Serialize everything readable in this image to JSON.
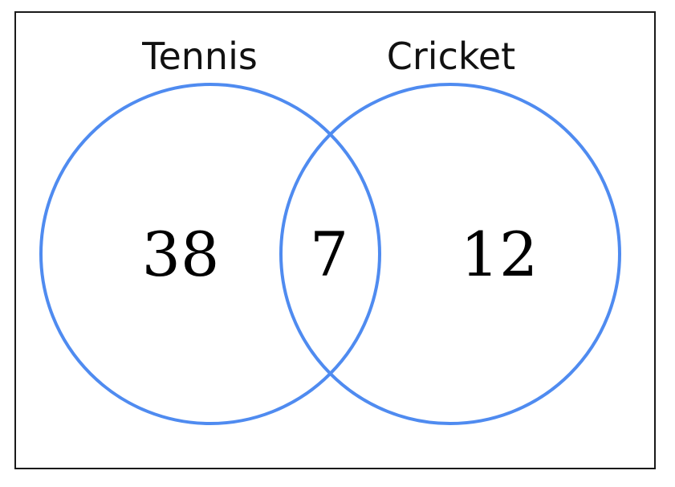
{
  "colors": {
    "circle_stroke": "#4f8bf0",
    "frame_stroke": "#1a1a1a",
    "text": "#000000"
  },
  "sets": {
    "left": {
      "label": "Tennis"
    },
    "right": {
      "label": "Cricket"
    }
  },
  "regions": {
    "left_only": "38",
    "both": "7",
    "right_only": "12"
  }
}
